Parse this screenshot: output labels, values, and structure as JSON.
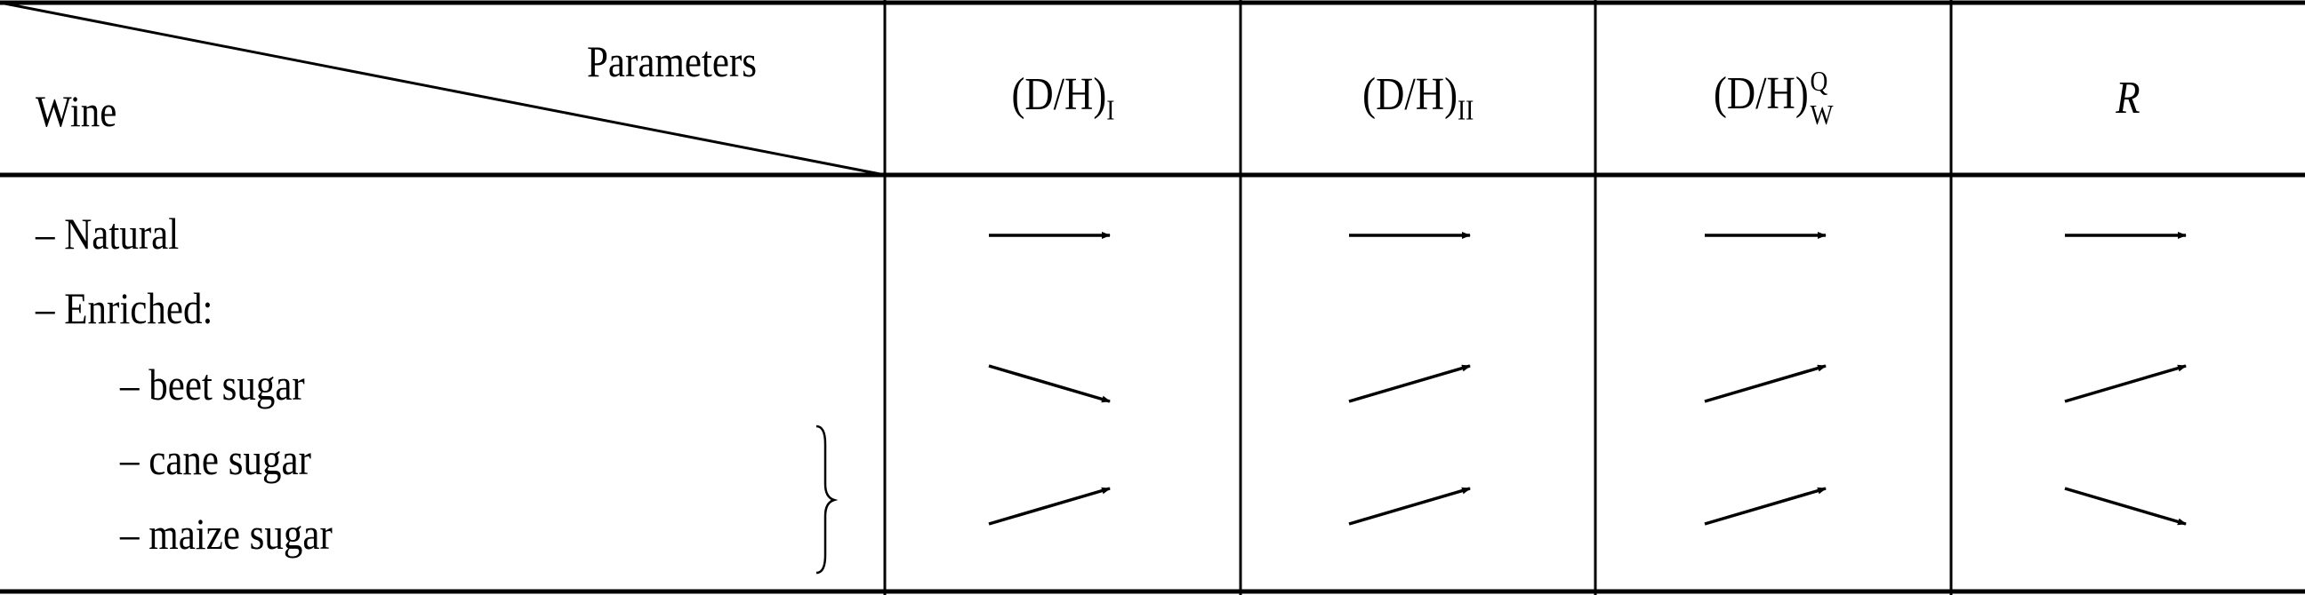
{
  "header": {
    "corner_top": "Parameters",
    "corner_bottom": "Wine",
    "columns": [
      {
        "base": "(D/H)",
        "sub": "I",
        "sup": ""
      },
      {
        "base": "(D/H)",
        "sub": "II",
        "sup": ""
      },
      {
        "base": "(D/H)",
        "sub": "W",
        "sup": "Q"
      },
      {
        "base": "R",
        "sub": "",
        "sup": ""
      }
    ]
  },
  "rows": [
    {
      "label": "– Natural",
      "arrows": [
        "right",
        "right",
        "right",
        "right"
      ]
    },
    {
      "label": "– Enriched:",
      "arrows": []
    },
    {
      "label": "– beet sugar",
      "arrows": [
        "down-right",
        "up-right",
        "up-right",
        "up-right"
      ]
    },
    {
      "label": "– cane sugar",
      "arrows": []
    },
    {
      "label": "– maize sugar",
      "arrows": [
        "up-right",
        "up-right",
        "up-right",
        "down-right"
      ]
    }
  ]
}
